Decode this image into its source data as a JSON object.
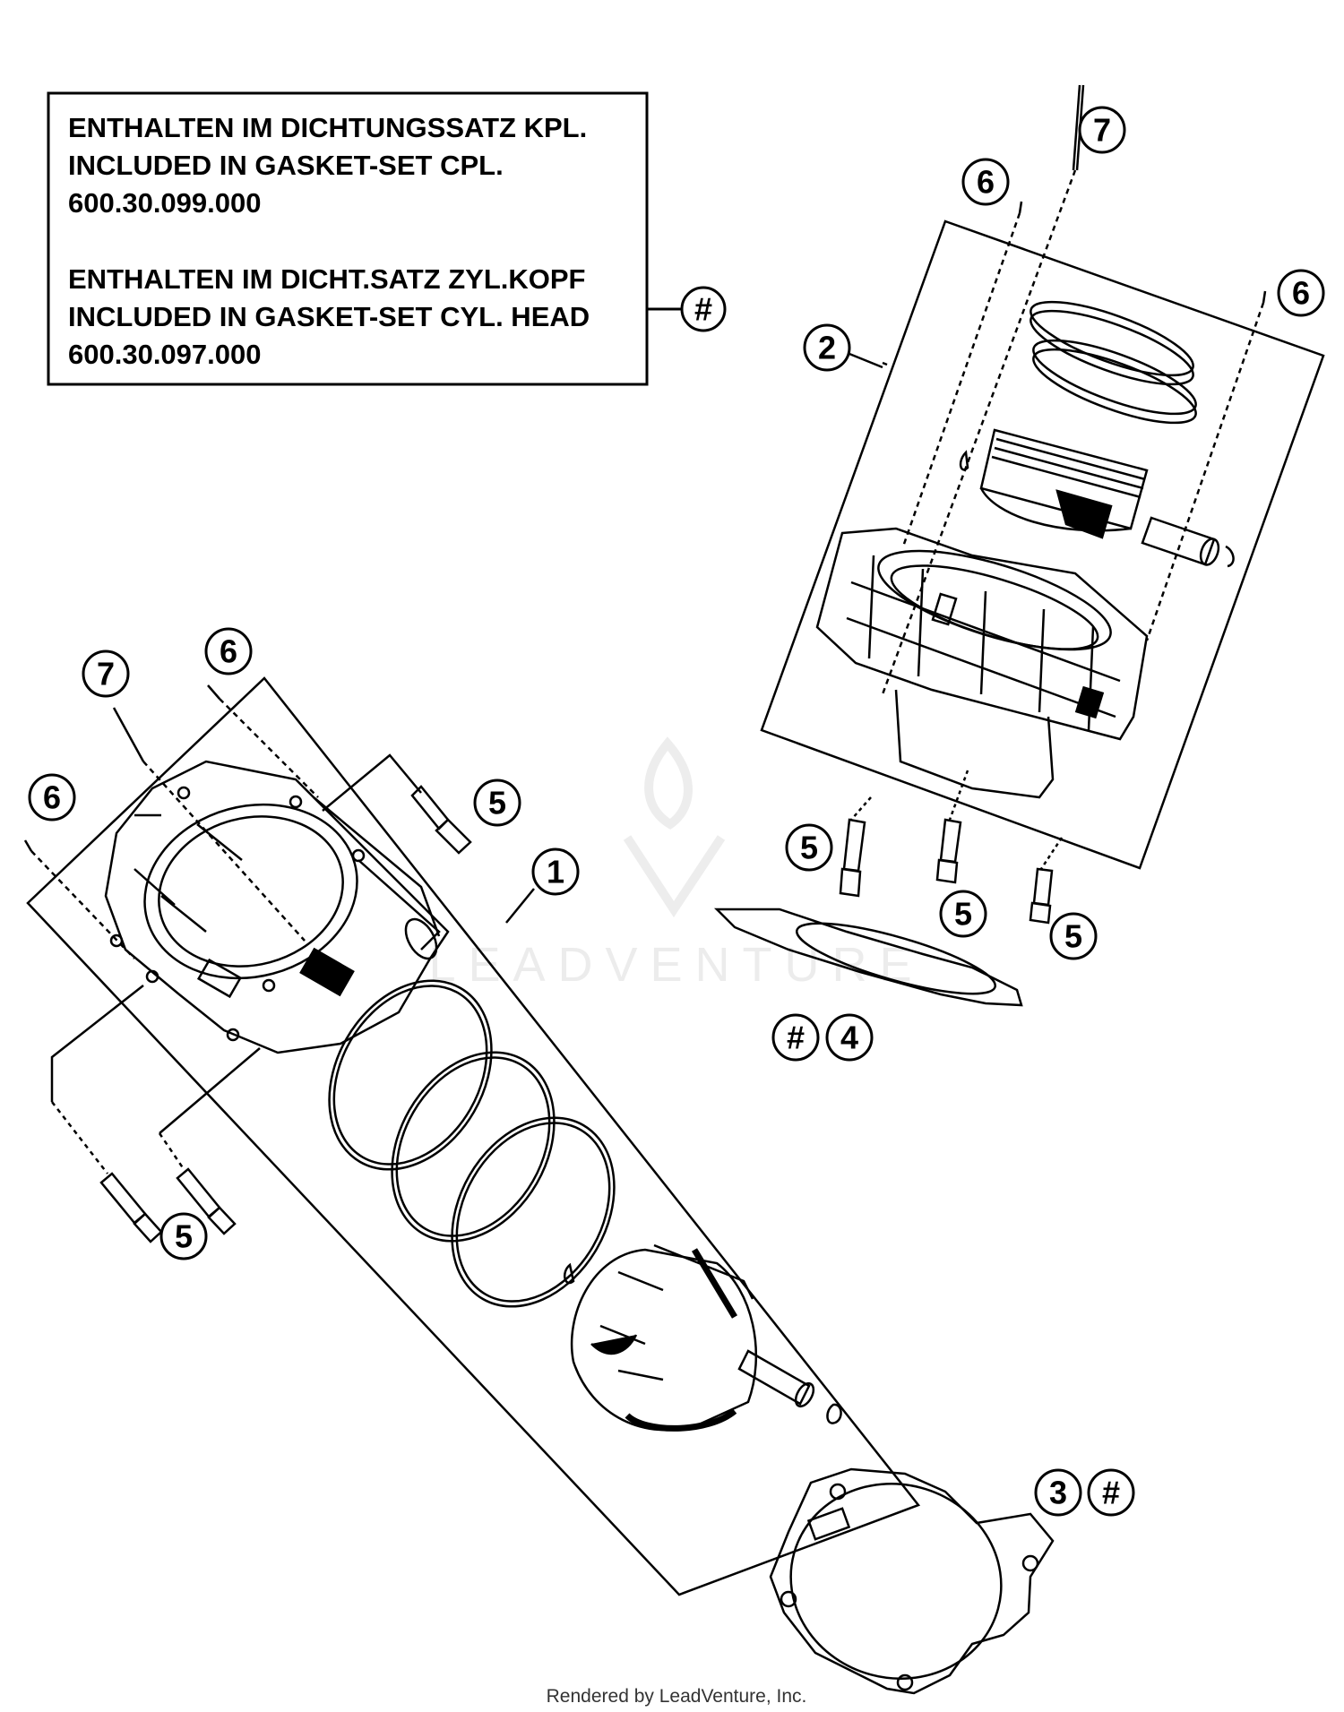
{
  "note_box": {
    "group1_line1": "ENTHALTEN IM DICHTUNGSSATZ KPL.",
    "group1_line2": "INCLUDED IN GASKET-SET CPL.",
    "group1_part": "600.30.099.000",
    "group2_line1": "ENTHALTEN IM DICHT.SATZ ZYL.KOPF",
    "group2_line2": "INCLUDED IN GASKET-SET CYL. HEAD",
    "group2_part": "600.30.097.000",
    "marker": "#"
  },
  "callouts": {
    "c1": "1",
    "c2": "2",
    "c3": "3",
    "c3_mark": "#",
    "c4": "4",
    "c4_mark": "#",
    "c5_a": "5",
    "c5_b": "5",
    "c5_c": "5",
    "c5_d": "5",
    "c5_e": "5",
    "c6_a": "6",
    "c6_b": "6",
    "c6_c": "6",
    "c6_d": "6",
    "c7_a": "7",
    "c7_b": "7"
  },
  "watermark": "LEADVENTURE",
  "footer": "Rendered by LeadVenture, Inc.",
  "colors": {
    "ink": "#000000",
    "watermark": "#ececec",
    "background": "#ffffff"
  }
}
